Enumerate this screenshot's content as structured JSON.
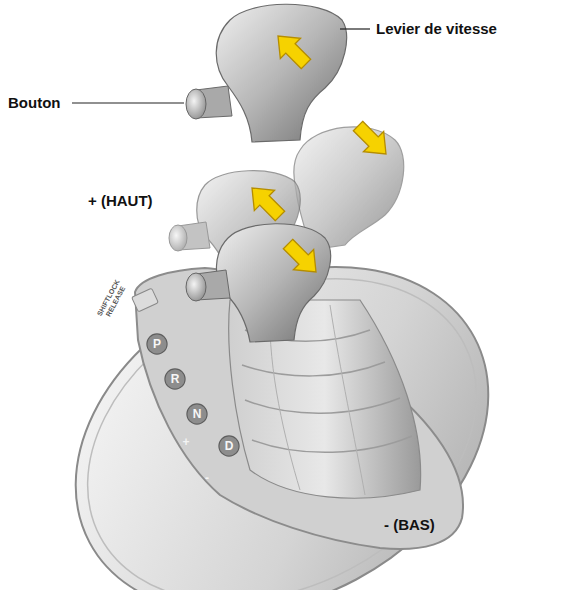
{
  "diagram": {
    "nodes": [
      {
        "text": [
          "P"
        ]
      },
      {
        "text": [
          "R"
        ]
      },
      {
        "text": [
          "N"
        ]
      },
      {
        "text": [
          "D"
        ]
      }
    ],
    "labels": [
      "Levier de vitesse",
      "Bouton",
      "+ (HAUT)",
      "SHIFTLOCK RELEASE",
      "+",
      "-",
      "- (BAS)"
    ]
  }
}
